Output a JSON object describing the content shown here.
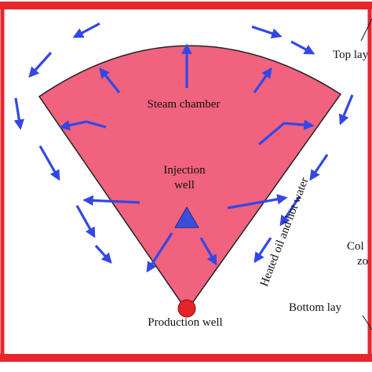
{
  "labels": {
    "steam_chamber": "Steam chamber",
    "injection_well_line1": "Injection",
    "injection_well_line2": "well",
    "production_well": "Production well",
    "top_layer": "Top lay",
    "bottom_layer": "Bottom lay",
    "cold_zone_line1": "Col",
    "cold_zone_line2": "zo",
    "flow_label": "Heated oil and hot water"
  },
  "colors": {
    "chamber_fill": "#f0627e",
    "chamber_stroke": "#222222",
    "layer_fill": "#e8262b",
    "arrow": "#3347e6",
    "injection_marker": "#3a4fd8",
    "production_marker": "#e4232a"
  },
  "icons": {
    "injection_marker": "triangle-icon",
    "production_marker": "circle-icon"
  }
}
